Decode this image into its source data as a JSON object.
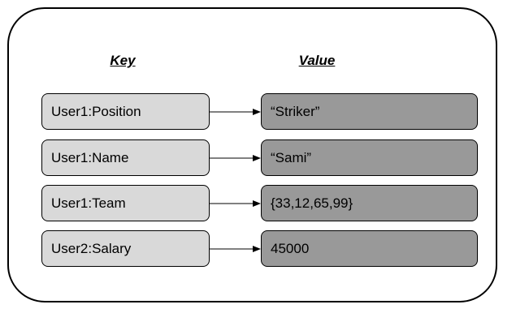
{
  "headers": {
    "key": "Key",
    "value": "Value"
  },
  "pairs": [
    {
      "key": "User1:Position",
      "value": "“Striker”"
    },
    {
      "key": "User1:Name",
      "value": "“Sami”"
    },
    {
      "key": "User1:Team",
      "value": "{33,12,65,99}"
    },
    {
      "key": "User2:Salary",
      "value": "45000"
    }
  ],
  "colors": {
    "key_fill": "#d9d9d9",
    "value_fill": "#999999",
    "stroke": "#000000"
  }
}
